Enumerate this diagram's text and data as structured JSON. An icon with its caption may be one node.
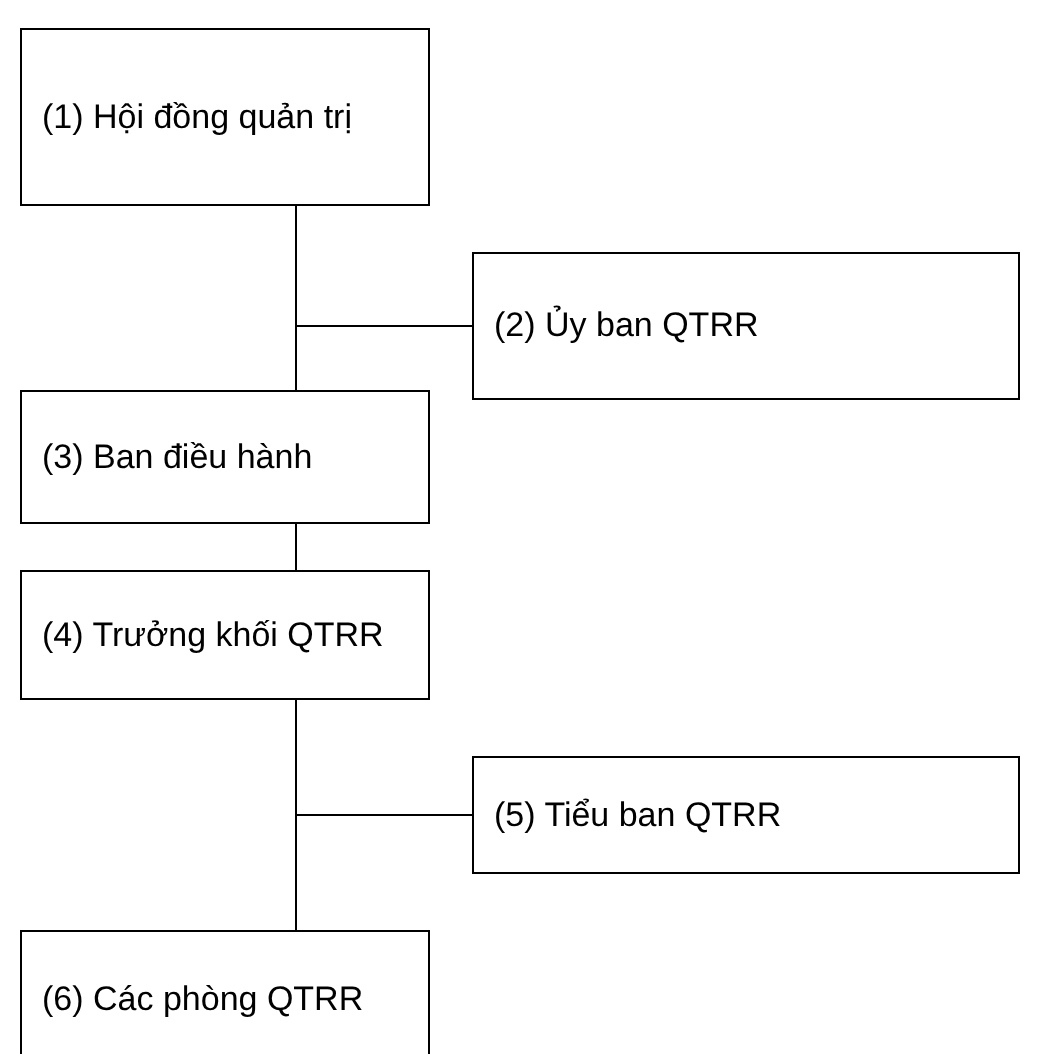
{
  "diagram": {
    "nodes": [
      {
        "text": [
          "(1) Hội đồng quản trị"
        ]
      },
      {
        "text": [
          "(2) Ủy ban QTRR"
        ]
      },
      {
        "text": [
          "(3) Ban điều hành"
        ]
      },
      {
        "text": [
          "(4) Trưởng khối QTRR"
        ]
      },
      {
        "text": [
          "(5) Tiểu ban QTRR"
        ]
      },
      {
        "text": [
          "(6) Các phòng QTRR"
        ]
      }
    ],
    "edges": [
      {
        "from": 0,
        "to": 1,
        "arrow": "none"
      },
      {
        "from": 0,
        "to": 2,
        "arrow": "none"
      },
      {
        "from": 2,
        "to": 3,
        "arrow": "none"
      },
      {
        "from": 3,
        "to": 4,
        "arrow": "none"
      },
      {
        "from": 3,
        "to": 5,
        "arrow": "none"
      }
    ]
  }
}
